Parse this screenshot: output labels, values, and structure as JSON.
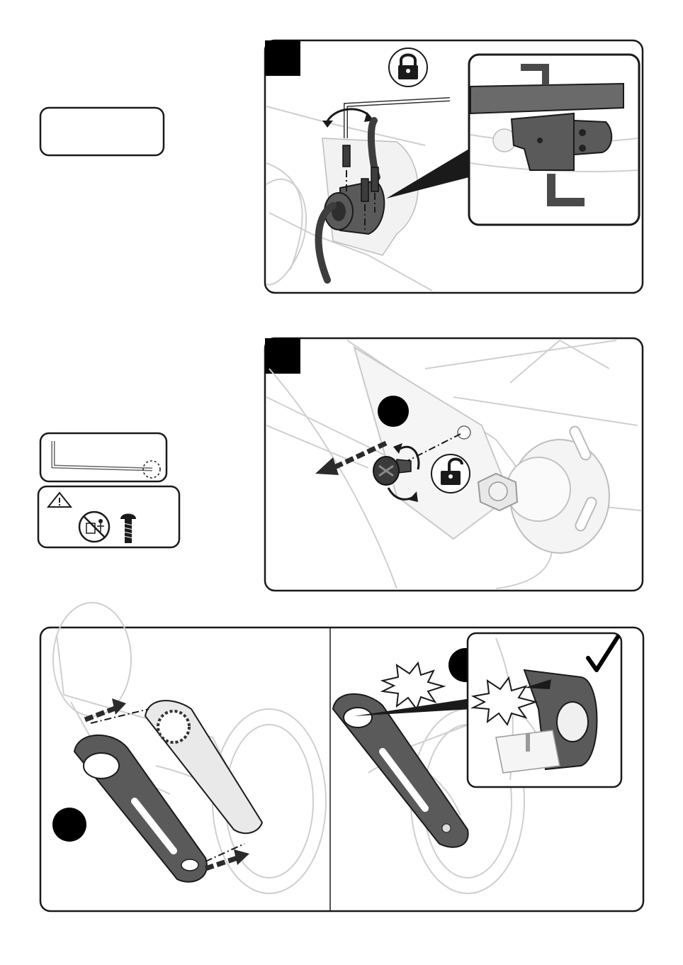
{
  "steps": [
    {
      "id": "step-lock-bracket",
      "lock_icon": "padlock-closed-icon",
      "tool_icon": "allen-key-icon"
    },
    {
      "id": "step-remove-bolt",
      "lock_icon": "padlock-open-icon",
      "tool_icon": "allen-key-icon",
      "warning_icon": "warning-triangle-icon",
      "notice_icons": [
        "do-not-discard-icon",
        "screw-icon"
      ]
    },
    {
      "id": "step-attach-chainguard",
      "check_icon": "checkmark-icon",
      "impact_icon": "impact-burst-icon"
    }
  ],
  "colors": {
    "ink": "#1a1a1a",
    "part": "#5a5a5a",
    "ghost": "#cfcfcf"
  }
}
